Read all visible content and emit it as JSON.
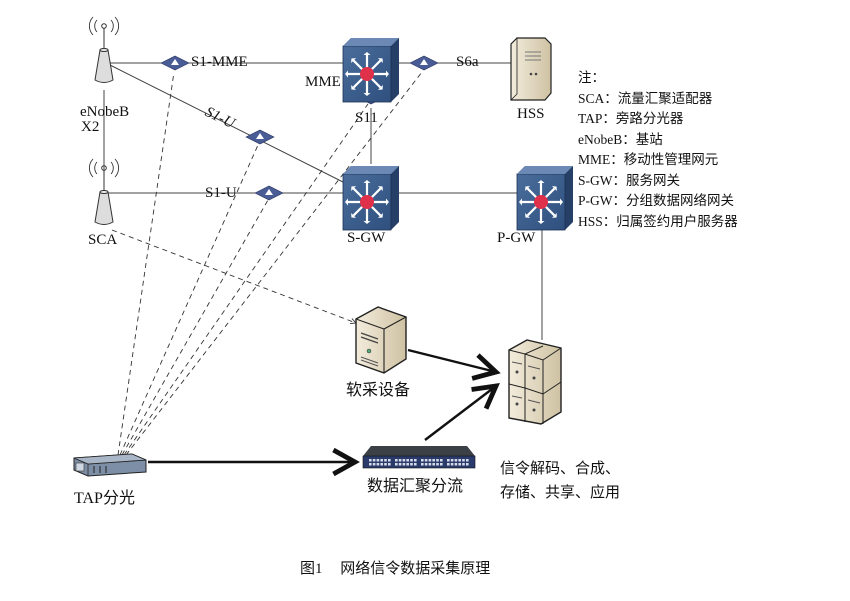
{
  "figure": {
    "caption_number": "图1",
    "caption_title": "网络信令数据采集原理"
  },
  "nodes": {
    "enodeb": {
      "label": "eNobeB",
      "sublabel": "X2",
      "icon": "antenna-tower-icon"
    },
    "sca": {
      "label": "SCA",
      "icon": "antenna-tower-icon"
    },
    "mme": {
      "label": "MME",
      "icon": "switch-icon"
    },
    "sgw": {
      "label": "S-GW",
      "icon": "switch-icon"
    },
    "pgw": {
      "label": "P-GW",
      "icon": "switch-icon"
    },
    "hss": {
      "label": "HSS",
      "icon": "server-tower-icon"
    },
    "soft_collect": {
      "label": "软采设备",
      "icon": "server-tower-icon"
    },
    "tap": {
      "label": "TAP分光",
      "icon": "tap-device-icon"
    },
    "aggregator": {
      "label": "数据汇聚分流",
      "icon": "rack-switch-icon"
    },
    "server_cluster": {
      "label_lines": [
        "信令解码、合成、",
        "存储、共享、应用"
      ],
      "icon": "server-cluster-icon"
    }
  },
  "interfaces": {
    "s1_mme": "S1-MME",
    "s1_u_upper": "S1-U",
    "s1_u_lower": "S1-U",
    "s11": "S11",
    "s6a": "S6a"
  },
  "legend": {
    "title": "注：",
    "items": [
      "SCA：流量汇聚适配器",
      "TAP：旁路分光器",
      "eNobeB：基站",
      "MME：移动性管理网元",
      "S-GW：服务网关",
      "P-GW：分组数据网络网关",
      "HSS：归属签约用户服务器"
    ]
  },
  "colors": {
    "switch_blue": "#3a5d8c",
    "switch_center": "#e0314b",
    "tap_node_blue": "#4a5c96",
    "server_beige": "#e6dcc4",
    "line": "#333333"
  }
}
